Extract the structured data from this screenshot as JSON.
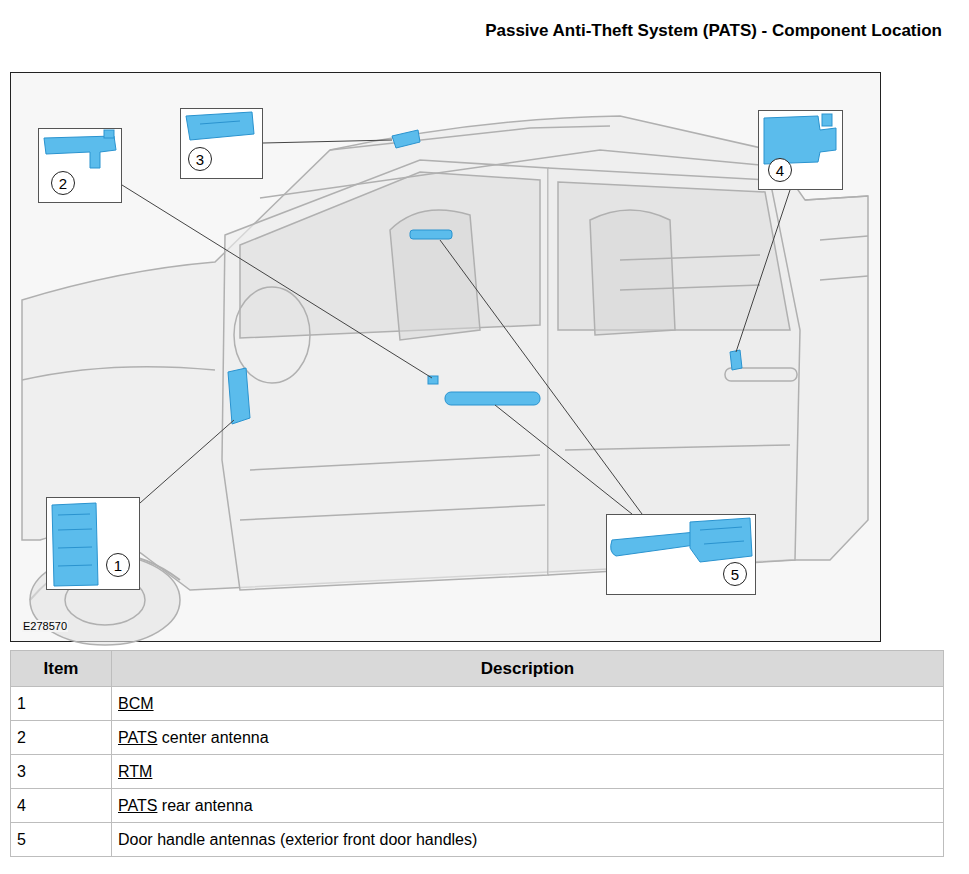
{
  "diagram": {
    "title": "Passive Anti-Theft System (PATS) - Component Location",
    "nodes": [
      {
        "text": [
          "2"
        ]
      },
      {
        "text": [
          "3"
        ]
      },
      {
        "text": [
          "4"
        ]
      },
      {
        "text": [
          "1"
        ]
      },
      {
        "text": [
          "5"
        ]
      }
    ],
    "labels": [
      "E278570",
      "Item",
      "Description",
      "1",
      "BCM",
      "2",
      "PATS center antenna",
      "3",
      "RTM",
      "4",
      "PATS rear antenna",
      "5",
      "Door handle antennas (exterior front door handles)"
    ]
  }
}
